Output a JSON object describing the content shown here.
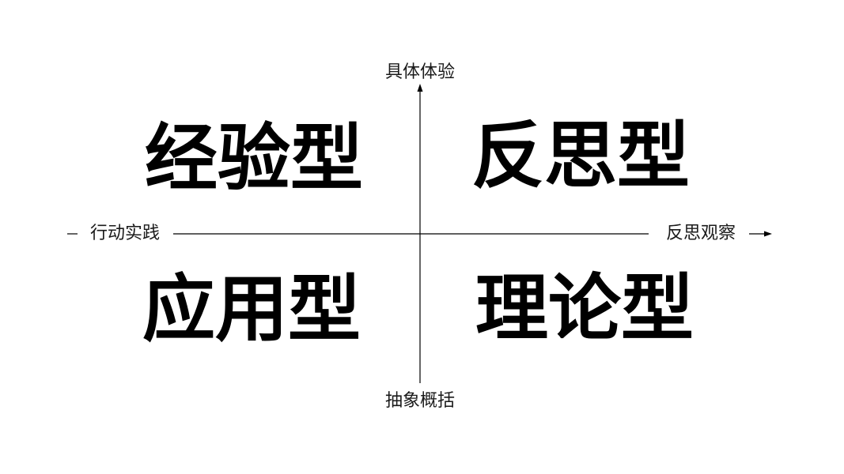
{
  "axes": {
    "top": "具体体验",
    "bottom": "抽象概括",
    "left": "行动实践",
    "right": "反思观察"
  },
  "quadrants": {
    "top_left": "经验型",
    "top_right": "反思型",
    "bottom_left": "应用型",
    "bottom_right": "理论型"
  },
  "colors": {
    "background": "#ffffff",
    "ink": "#000000"
  }
}
